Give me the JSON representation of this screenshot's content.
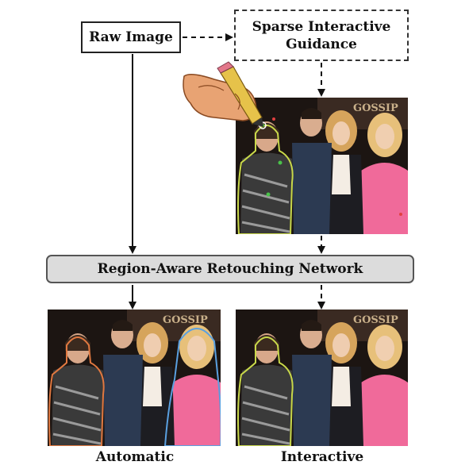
{
  "nodes": {
    "raw_image": "Raw Image",
    "guidance": "Sparse Interactive\nGuidance",
    "network": "Region-Aware Retouching Network"
  },
  "captions": {
    "automatic": "Automatic",
    "interactive": "Interactive"
  },
  "colors": {
    "network_fill": "#dcdcdc",
    "photo_bg": "#1c1512",
    "outline_green": "#c8d84a",
    "outline_blue": "#5aa0e0",
    "outline_orange": "#e07840",
    "pink_dress": "#f06a9a"
  },
  "icons": {
    "hand": "hand-with-pencil-icon"
  }
}
